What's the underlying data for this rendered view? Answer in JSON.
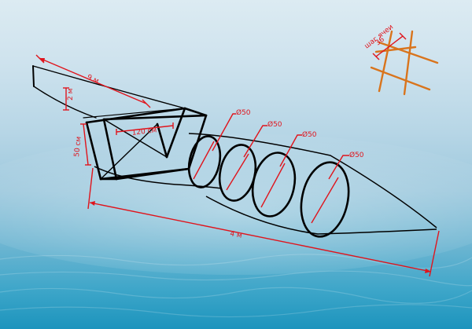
{
  "labels": {
    "wing_length": "9 м",
    "wing_height": "2 м",
    "trap_height": "50 см",
    "trap_length": "120 см",
    "ring1": "Ø50",
    "ring2": "Ø50",
    "ring3": "Ø50",
    "ring4": "Ø50",
    "total_length": "4 м",
    "mesh_title": "шаг ячеи",
    "mesh_value": "36"
  },
  "colors": {
    "dimension": "#e0141c",
    "frame": "#000000",
    "mesh_grid": "#d9741c"
  }
}
